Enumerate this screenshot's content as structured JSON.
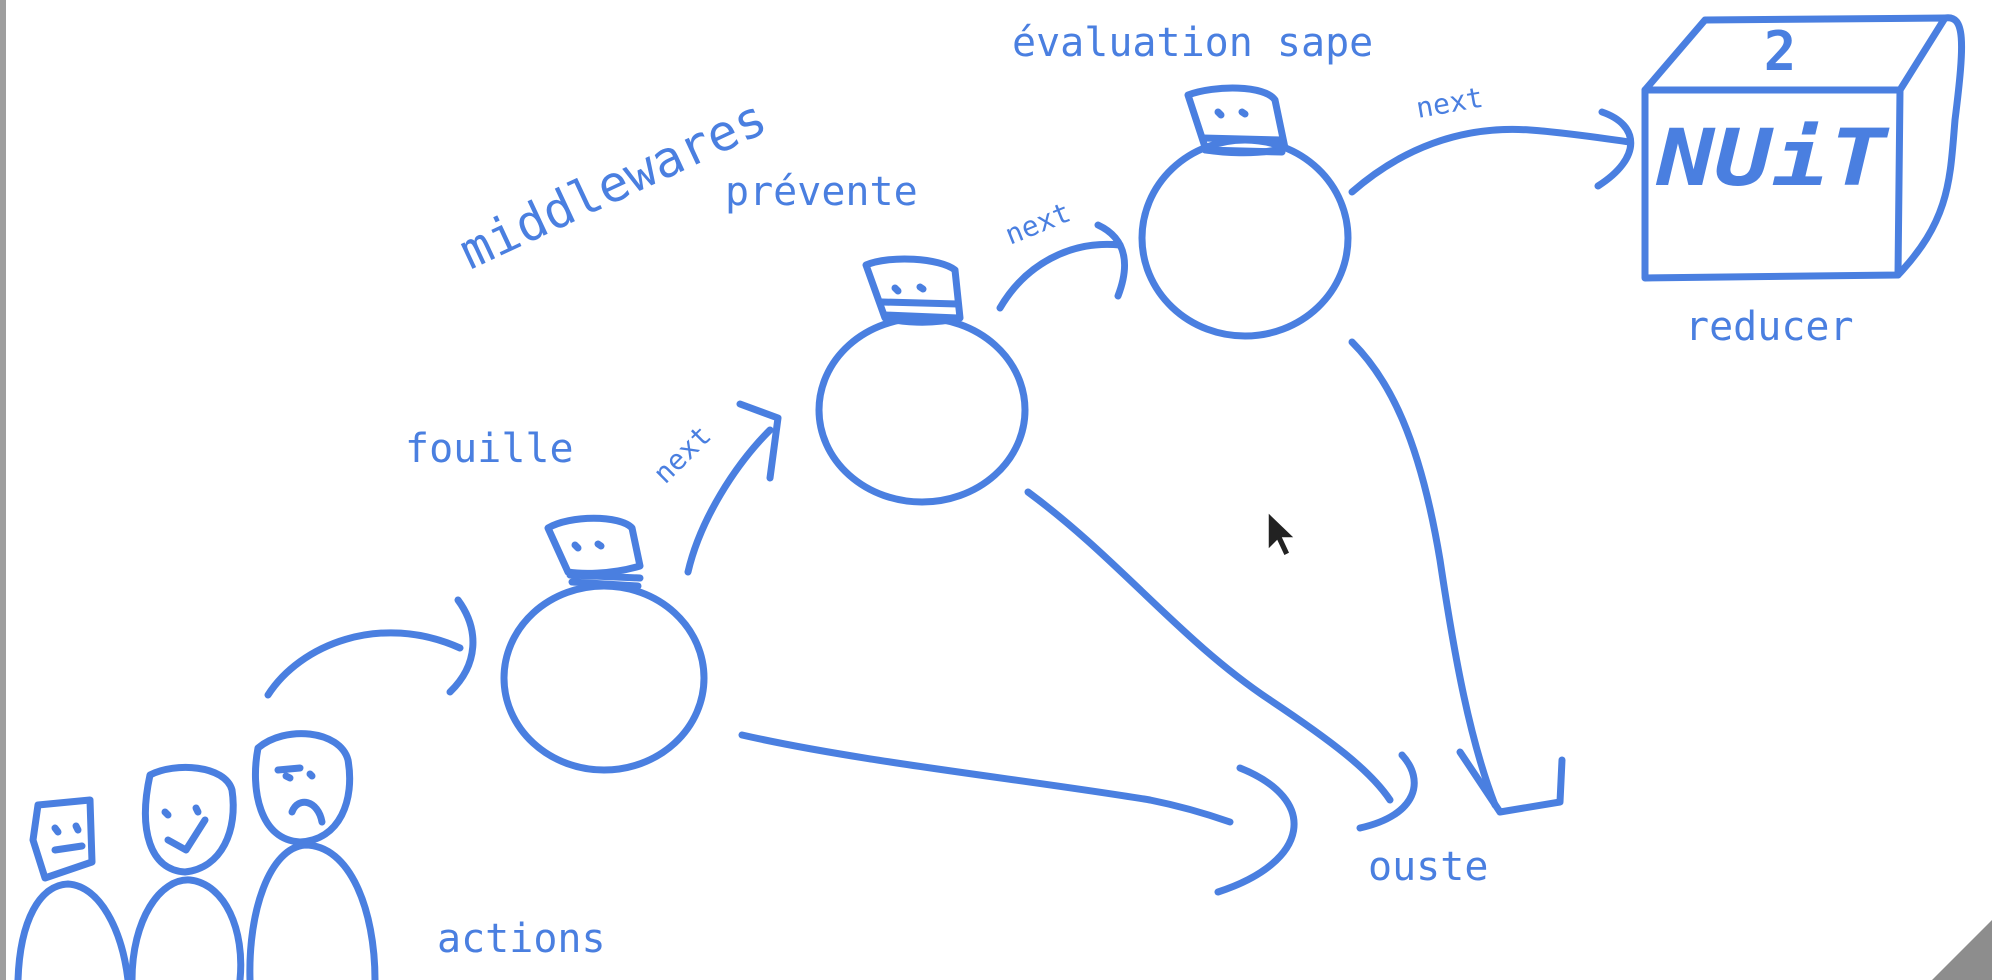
{
  "labels": {
    "middlewares": "middlewares",
    "fouille": "fouille",
    "prevente": "prévente",
    "evaluation": "évaluation sape",
    "reducer": "reducer",
    "actions": "actions",
    "ouste": "ouste",
    "next": "next",
    "box_number": "2",
    "box_word": "NUiT"
  },
  "colors": {
    "ink": "#4a7fe0",
    "background": "#ffffff",
    "frame": "#9e9e9e"
  }
}
